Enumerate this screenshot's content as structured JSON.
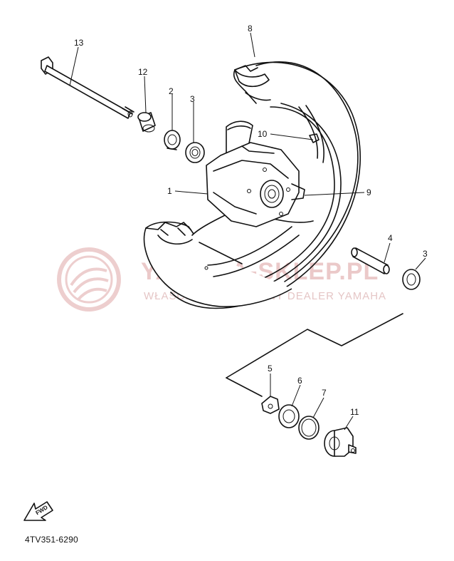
{
  "diagram_code": "4TV351-6290",
  "fwd_label": "FWD",
  "watermark": {
    "line1": "YAMAHA-SKLEP.PL",
    "line2": "WŁAŚCICIEL OFICJALNY DEALER YAMAHA"
  },
  "callouts": [
    "1",
    "2",
    "3",
    "4",
    "3",
    "5",
    "6",
    "7",
    "8",
    "9",
    "10",
    "11",
    "12",
    "13"
  ]
}
